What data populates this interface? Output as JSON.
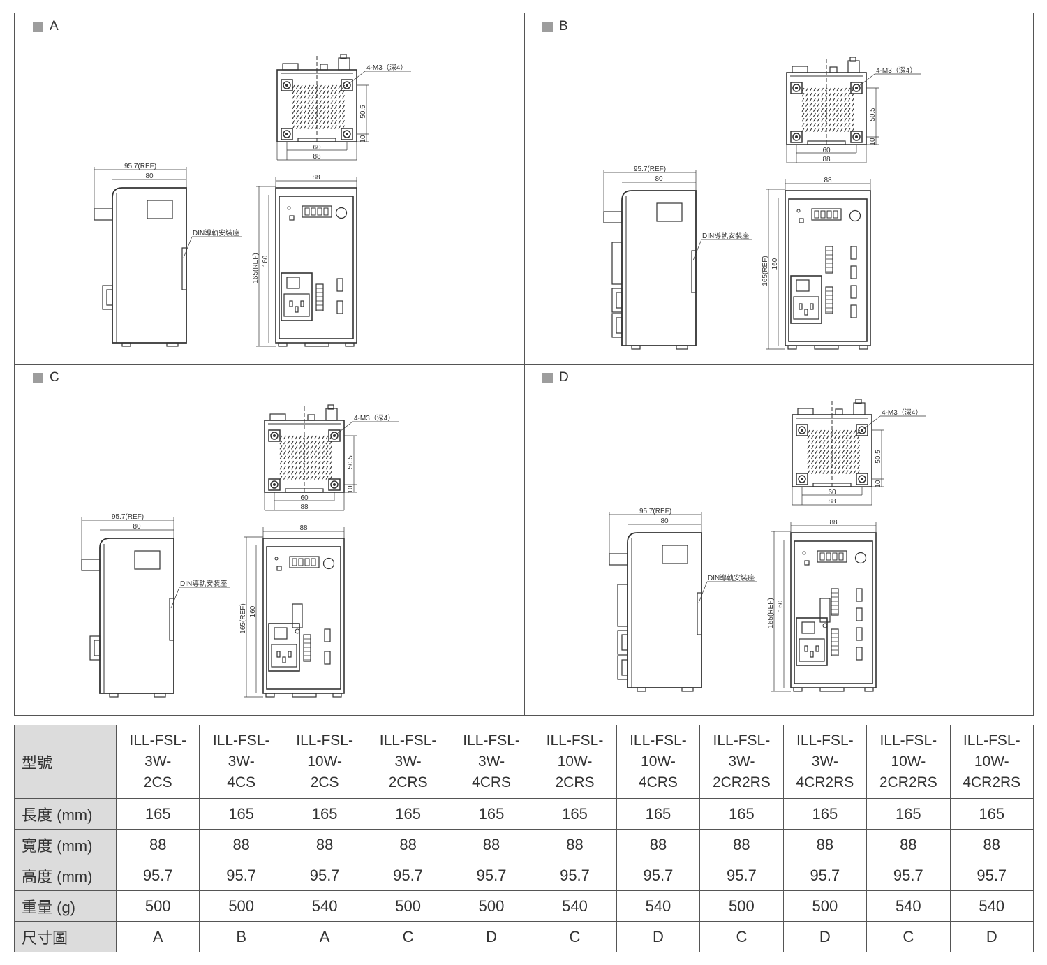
{
  "panels": [
    {
      "label": "A",
      "variant": "A"
    },
    {
      "label": "B",
      "variant": "B"
    },
    {
      "label": "C",
      "variant": "C"
    },
    {
      "label": "D",
      "variant": "D"
    }
  ],
  "drawing": {
    "screw_note": "4-M3（深4）",
    "dim_hole_spacing_w": "60",
    "dim_width": "88",
    "dim_hole_spacing_h": "50.5",
    "dim_edge": "10",
    "dim_depth_ref": "95.7(REF)",
    "dim_depth": "80",
    "din_note": "DIN導軌安裝座",
    "dim_height_ref": "165(REF)",
    "dim_height": "160"
  },
  "table": {
    "header_label": "型號",
    "models": [
      "ILL-FSL-\n3W-\n2CS",
      "ILL-FSL-\n3W-\n4CS",
      "ILL-FSL-\n10W-\n2CS",
      "ILL-FSL-\n3W-\n2CRS",
      "ILL-FSL-\n3W-\n4CRS",
      "ILL-FSL-\n10W-\n2CRS",
      "ILL-FSL-\n10W-\n4CRS",
      "ILL-FSL-\n3W-\n2CR2RS",
      "ILL-FSL-\n3W-\n4CR2RS",
      "ILL-FSL-\n10W-\n2CR2RS",
      "ILL-FSL-\n10W-\n4CR2RS"
    ],
    "rows": [
      {
        "label": "長度 (mm)",
        "values": [
          "165",
          "165",
          "165",
          "165",
          "165",
          "165",
          "165",
          "165",
          "165",
          "165",
          "165"
        ]
      },
      {
        "label": "寬度 (mm)",
        "values": [
          "88",
          "88",
          "88",
          "88",
          "88",
          "88",
          "88",
          "88",
          "88",
          "88",
          "88"
        ]
      },
      {
        "label": "高度 (mm)",
        "values": [
          "95.7",
          "95.7",
          "95.7",
          "95.7",
          "95.7",
          "95.7",
          "95.7",
          "95.7",
          "95.7",
          "95.7",
          "95.7"
        ]
      },
      {
        "label": "重量 (g)",
        "values": [
          "500",
          "500",
          "540",
          "500",
          "500",
          "540",
          "540",
          "500",
          "500",
          "540",
          "540"
        ]
      },
      {
        "label": "尺寸圖",
        "values": [
          "A",
          "B",
          "A",
          "C",
          "D",
          "C",
          "D",
          "C",
          "D",
          "C",
          "D"
        ]
      }
    ]
  }
}
